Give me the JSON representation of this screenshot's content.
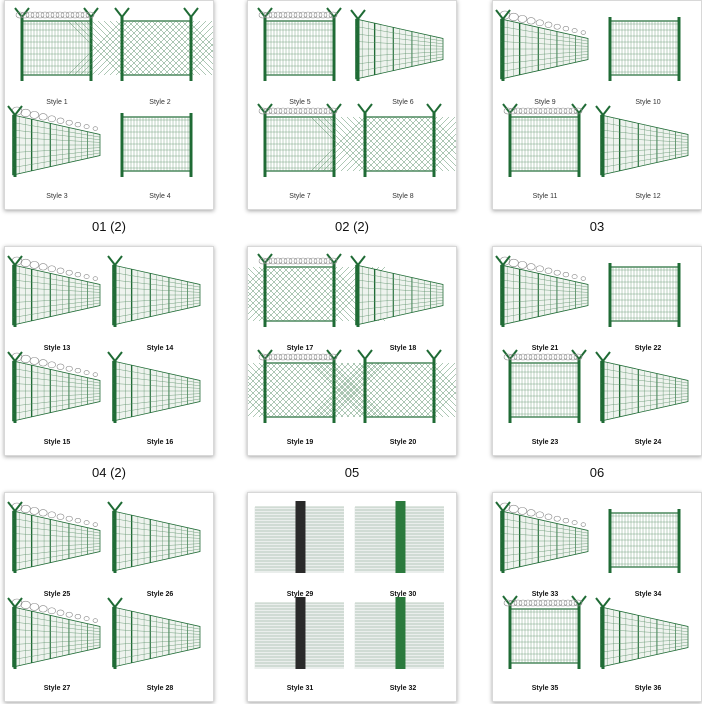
{
  "colors": {
    "post": "#1f6b35",
    "mesh": "#5a8f68",
    "wire": "#8a8a8a",
    "dark": "#222222"
  },
  "captions": [
    "01 (2)",
    "02 (2)",
    "03",
    "04 (2)",
    "05",
    "06",
    "",
    "",
    ""
  ],
  "tiles": [
    {
      "labels": [
        "Style 1",
        "Style 2",
        "Style 3",
        "Style 4"
      ]
    },
    {
      "labels": [
        "Style 5",
        "Style 6",
        "Style 7",
        "Style 8"
      ]
    },
    {
      "labels": [
        "Style 9",
        "Style 10",
        "Style 11",
        "Style 12"
      ]
    },
    {
      "labels": [
        "Style 13",
        "Style 14",
        "Style 15",
        "Style 16"
      ]
    },
    {
      "labels": [
        "Style 17",
        "Style 18",
        "Style 19",
        "Style 20"
      ]
    },
    {
      "labels": [
        "Style 21",
        "Style 22",
        "Style 23",
        "Style 24"
      ]
    },
    {
      "labels": [
        "Style 25",
        "Style 26",
        "Style 27",
        "Style 28"
      ]
    },
    {
      "labels": [
        "Style 29",
        "Style 30",
        "Style 31",
        "Style 32"
      ]
    },
    {
      "labels": [
        "Style 33",
        "Style 34",
        "Style 35",
        "Style 36"
      ]
    }
  ]
}
